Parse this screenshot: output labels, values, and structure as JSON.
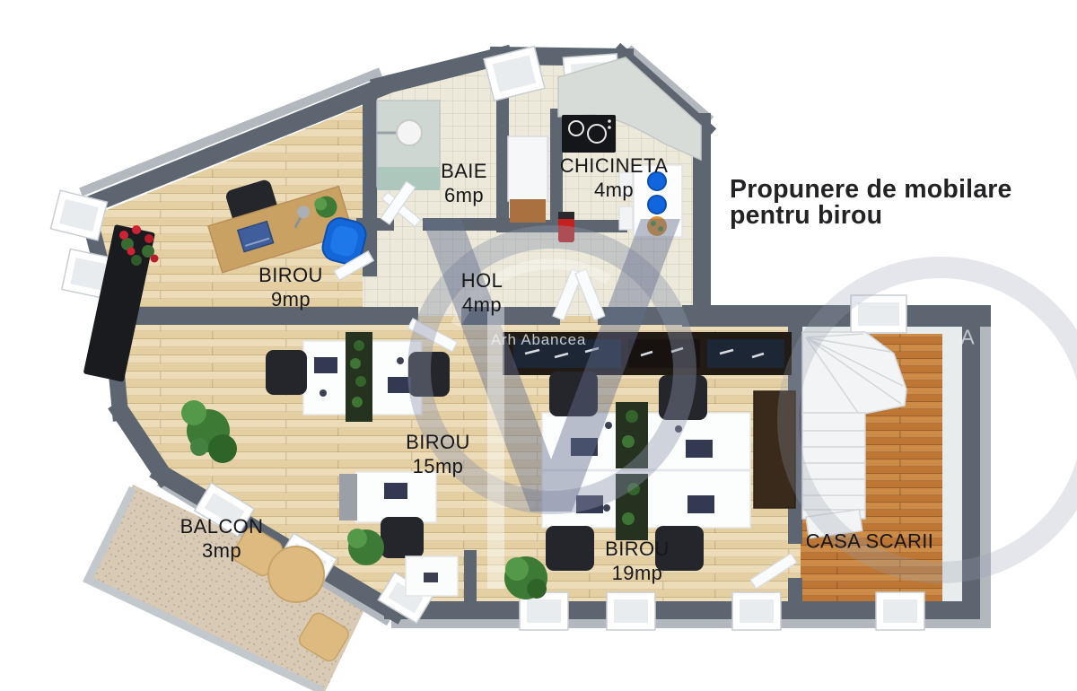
{
  "title": {
    "line1": "Propunere de mobilare",
    "line2": "pentru birou"
  },
  "watermark": {
    "name": "Arh Abancea",
    "partial": "A"
  },
  "rooms": {
    "birou9": {
      "name": "BIROU",
      "area": "9mp"
    },
    "baie": {
      "name": "BAIE",
      "area": "6mp"
    },
    "chicineta": {
      "name": "CHICINETA",
      "area": "4mp"
    },
    "hol": {
      "name": "HOL",
      "area": "4mp"
    },
    "birou15": {
      "name": "BIROU",
      "area": "15mp"
    },
    "birou19": {
      "name": "BIROU",
      "area": "19mp"
    },
    "balcon": {
      "name": "BALCON",
      "area": "3mp"
    },
    "casa_scarii": {
      "name": "CASA SCARII",
      "area": ""
    }
  },
  "colors": {
    "wall": "#5d6670",
    "wall_bevel": "#b2b8be",
    "wood_floor": "#e9d7ae",
    "tile_floor": "#ece9da",
    "stair_wood_floor": "#c5813d",
    "balcony_floor": "#d8cab5",
    "accent_blue": "#1467d8",
    "plant_green": "#3c7a35",
    "dark_furniture": "#24262b",
    "label_text": "#17171a",
    "watermark_tint": "#636e8e"
  }
}
